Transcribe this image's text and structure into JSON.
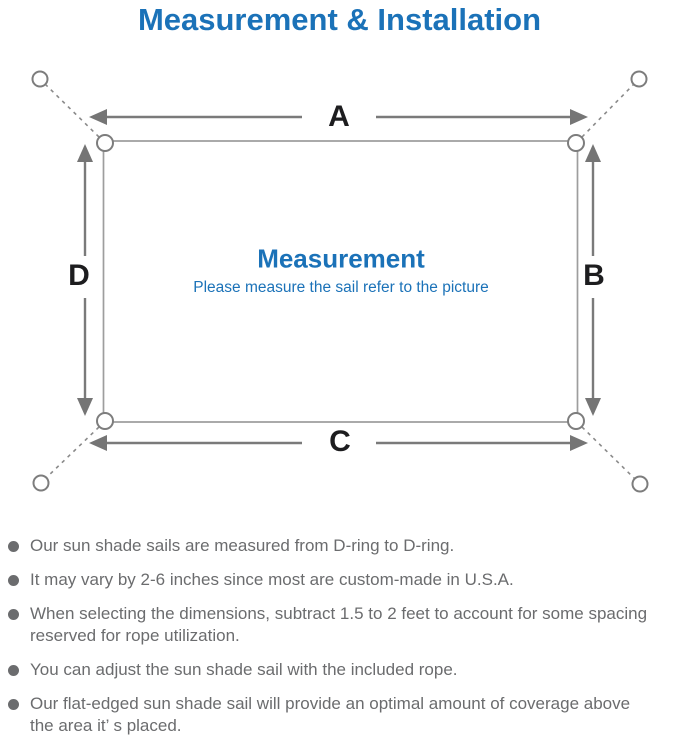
{
  "title": "Measurement & Installation",
  "diagram": {
    "labels": {
      "top": "A",
      "right": "B",
      "bottom": "C",
      "left": "D"
    },
    "center_heading": "Measurement",
    "center_subtitle": "Please measure the sail refer to the picture"
  },
  "notes": {
    "items": [
      "Our sun shade sails are measured from D-ring to D-ring.",
      "It may vary by 2-6 inches since most are custom-made in U.S.A.",
      "When selecting the dimensions, subtract 1.5 to 2 feet to account for some spacing reserved for rope utilization.",
      "You can adjust the sun shade sail with the included rope.",
      "Our flat-edged sun shade sail will provide an optimal amount of coverage above the area it’ s placed."
    ]
  },
  "colors": {
    "accent_blue": "#1b72b8",
    "note_gray": "#6b6c6e",
    "line_gray": "#7a7a7a",
    "label_black": "#1d1d1f"
  }
}
